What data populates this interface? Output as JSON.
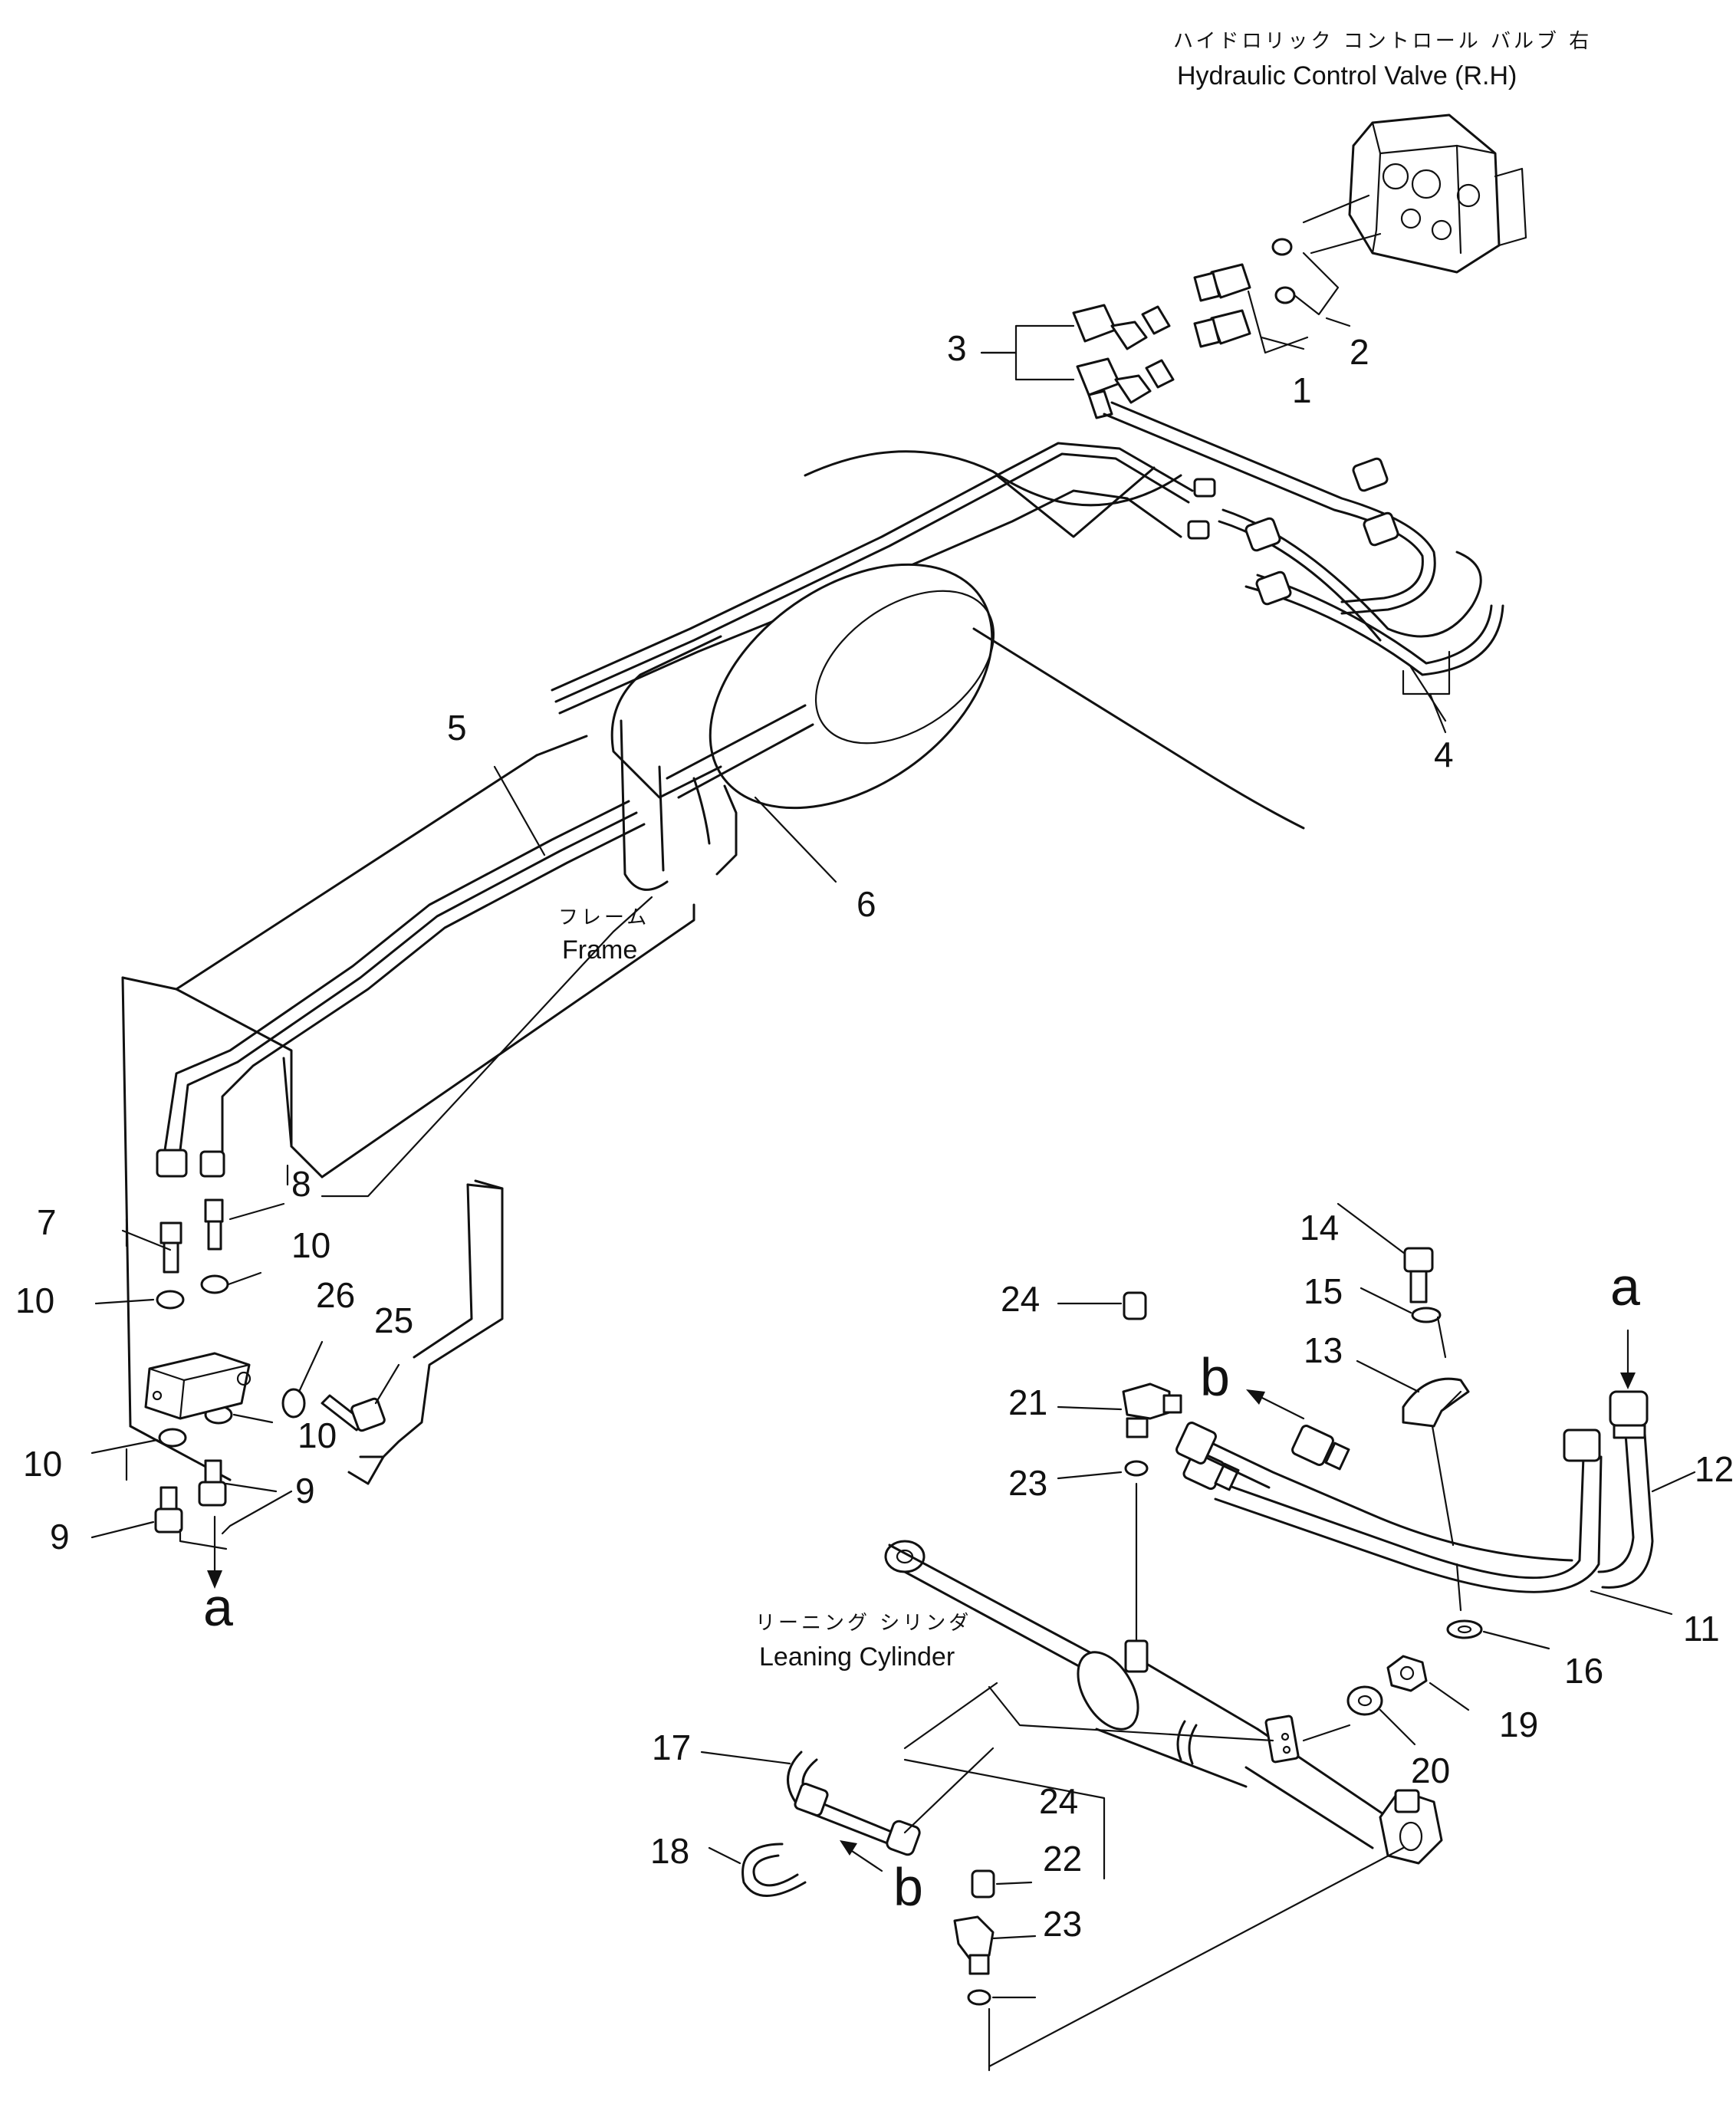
{
  "labels": {
    "valve_jp": "ハイドロリック コントロール バルブ 右",
    "valve_en": "Hydraulic Control Valve (R.H)",
    "frame_jp": "フレーム",
    "frame_en": "Frame",
    "cyl_jp": "リーニング シリンダ",
    "cyl_en": "Leaning Cylinder"
  },
  "callouts": {
    "c1": "1",
    "c2": "2",
    "c3": "3",
    "c4": "4",
    "c5": "5",
    "c6": "6",
    "c7": "7",
    "c8": "8",
    "c9a": "9",
    "c9b": "9",
    "c10a": "10",
    "c10b": "10",
    "c10c": "10",
    "c10d": "10",
    "c11": "11",
    "c12": "12",
    "c13": "13",
    "c14": "14",
    "c15": "15",
    "c16": "16",
    "c17": "17",
    "c18": "18",
    "c19": "19",
    "c20": "20",
    "c21": "21",
    "c22": "22",
    "c23a": "23",
    "c23b": "23",
    "c24a": "24",
    "c24b": "24",
    "c25": "25",
    "c26": "26"
  },
  "refs": {
    "a_top": "a",
    "a_bottom": "a",
    "b_top": "b",
    "b_bottom": "b"
  }
}
